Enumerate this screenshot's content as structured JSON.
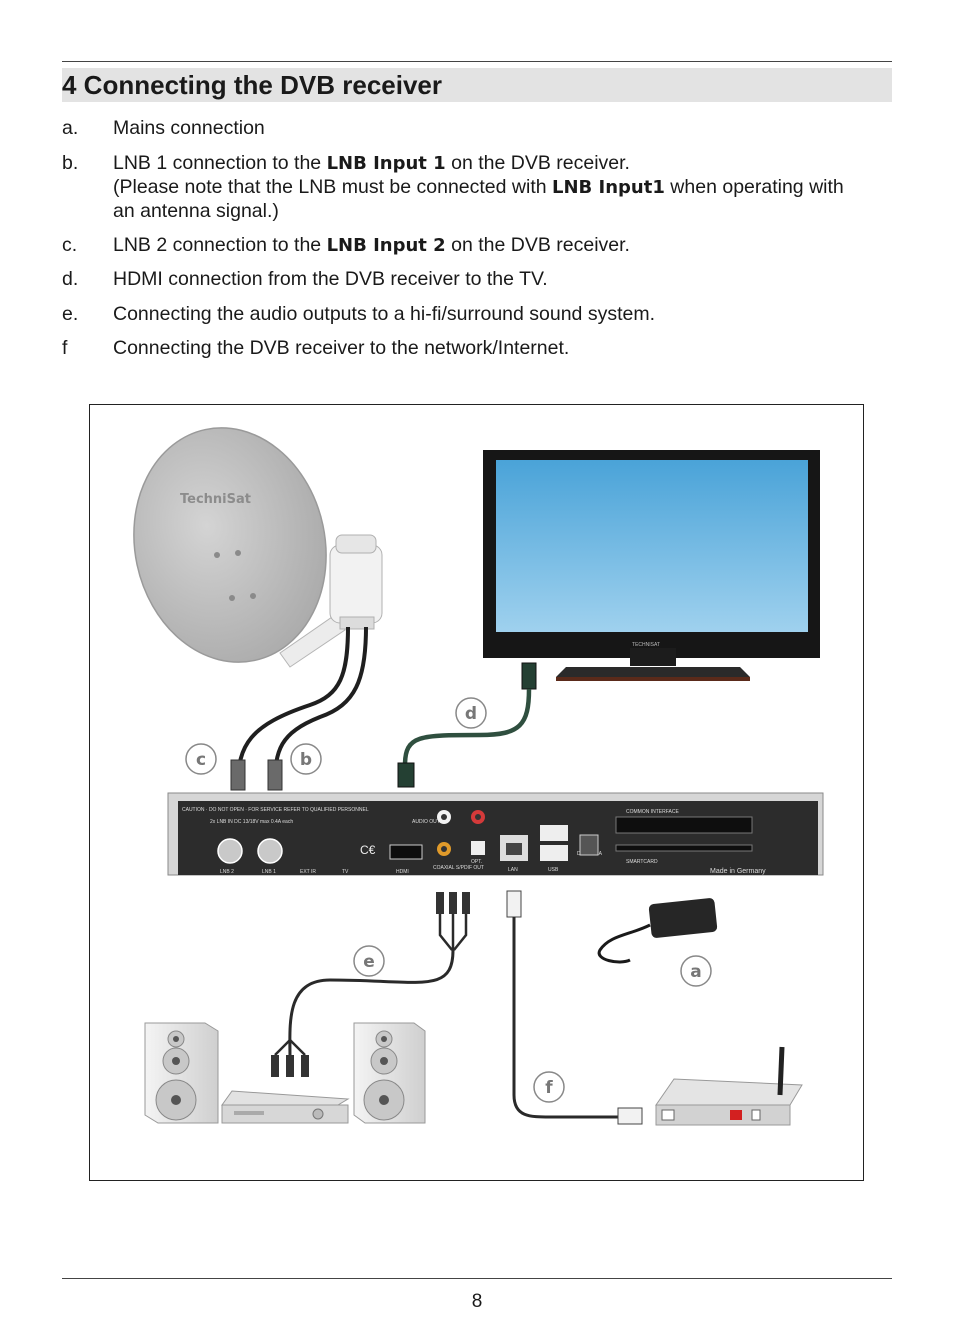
{
  "heading": "4 Connecting the DVB receiver",
  "items": [
    {
      "marker": "a.",
      "lines": [
        [
          "Mains connection",
          "",
          ""
        ]
      ]
    },
    {
      "marker": "b.",
      "lines": [
        [
          "LNB 1 connection to the ",
          "LNB Input 1",
          " on the DVB receiver."
        ],
        [
          "(Please note that the LNB must be connected with ",
          "LNB Input1",
          " when operating with"
        ],
        [
          "an antenna signal.)",
          "",
          ""
        ]
      ]
    },
    {
      "marker": "c.",
      "lines": [
        [
          "LNB 2 connection to the ",
          "LNB Input 2",
          " on the DVB receiver."
        ]
      ]
    },
    {
      "marker": "d.",
      "lines": [
        [
          "HDMI connection from the DVB receiver to the TV.",
          "",
          ""
        ]
      ]
    },
    {
      "marker": "e.",
      "lines": [
        [
          "Connecting the audio outputs to a hi-fi/surround sound system.",
          "",
          ""
        ]
      ]
    },
    {
      "marker": "f",
      "lines": [
        [
          "Connecting the DVB receiver to the network/Internet.",
          "",
          ""
        ]
      ]
    }
  ],
  "diagram": {
    "callouts": {
      "a": "a",
      "b": "b",
      "c": "c",
      "d": "d",
      "e": "e",
      "f": "f"
    },
    "dish_brand": "TechniSat",
    "tv_brand": "TECHNISAT",
    "receiver_panel": {
      "caution": "CAUTION · DO NOT OPEN · FOR SERVICE REFER TO QUALIFIED PERSONNEL",
      "common_interface": "COMMON INTERFACE",
      "smartcard": "SMARTCARD",
      "made_in": "Made in Germany",
      "lnb_spec": "2x LNB IN DC 13/18V max 0.4A each",
      "dc_in": "DC 12V 3A",
      "port_labels": [
        "LNB 2",
        "LNB 1",
        "EXT IR",
        "TV",
        "HDMI",
        "COAXIAL S/PDIF OUT",
        "OPT.",
        "LAN",
        "USB"
      ],
      "audio_out": "AUDIO OUT"
    }
  },
  "page_number": "8"
}
